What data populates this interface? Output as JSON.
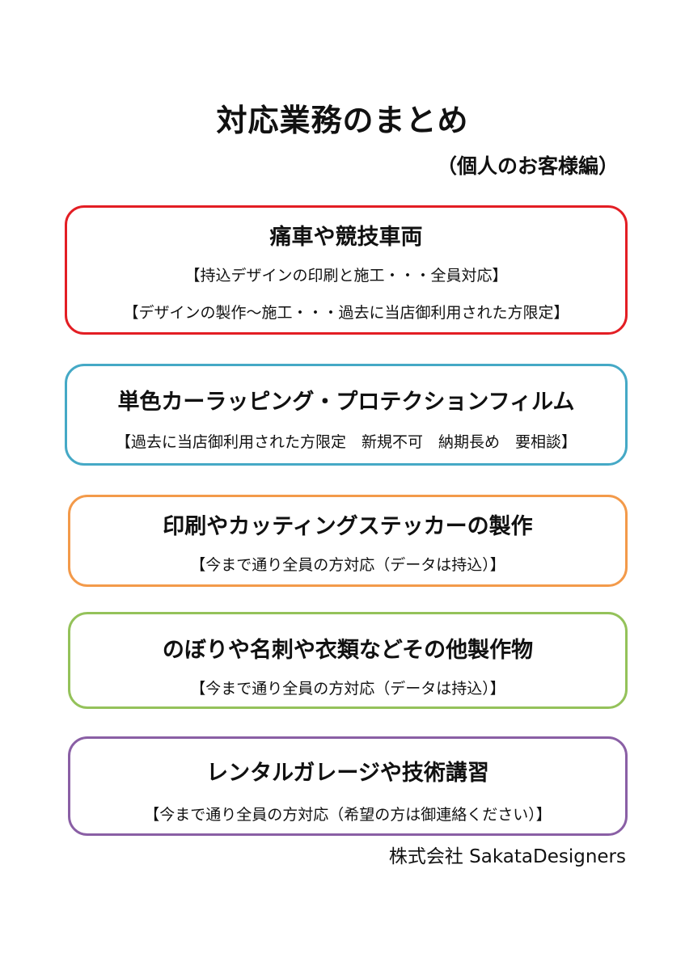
{
  "document": {
    "title": "対応業務のまとめ",
    "subtitle": "（個人のお客様編）",
    "footer": "株式会社 SakataDesigners"
  },
  "sections": [
    {
      "heading": "痛車や競技車両",
      "lines": [
        "【持込デザインの印刷と施工・・・全員対応】",
        "【デザインの製作～施工・・・過去に当店御利用された方限定】"
      ],
      "border_color": "#e31e24"
    },
    {
      "heading": "単色カーラッピング・プロテクションフィルム",
      "lines": [
        "【過去に当店御利用された方限定　新規不可　納期長め　要相談】"
      ],
      "border_color": "#45a9c6"
    },
    {
      "heading": "印刷やカッティングステッカーの製作",
      "lines": [
        "【今まで通り全員の方対応（データは持込）】"
      ],
      "border_color": "#f39a4a"
    },
    {
      "heading": "のぼりや名刺や衣類などその他製作物",
      "lines": [
        "【今まで通り全員の方対応（データは持込）】"
      ],
      "border_color": "#94c25a"
    },
    {
      "heading": "レンタルガレージや技術講習",
      "lines": [
        "【今まで通り全員の方対応（希望の方は御連絡ください）】"
      ],
      "border_color": "#8a5fa5"
    }
  ]
}
